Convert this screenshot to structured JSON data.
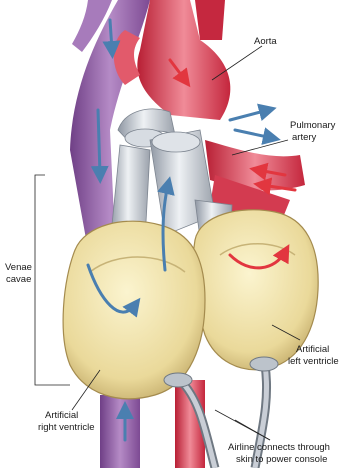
{
  "labels": {
    "aorta": "Aorta",
    "pulmonary_line1": "Pulmonary",
    "pulmonary_line2": "artery",
    "venae_line1": "Venae",
    "venae_line2": "cavae",
    "left_line1": "Artificial",
    "left_line2": "left ventricle",
    "right_line1": "Artificial",
    "right_line2": "right ventricle",
    "airline_line1": "Airline connects through",
    "airline_line2": "skin to power console"
  },
  "colors": {
    "vein_purple": "#8e5aa0",
    "vein_light": "#c9a6d6",
    "artery_red": "#d9344a",
    "artery_light": "#f08b98",
    "device_yellow": "#efe3a6",
    "device_dark": "#bfa866",
    "graft_grey": "#c9ced6",
    "flow_blue": "#4a7fb0",
    "flow_red": "#e2363f",
    "tube_grey": "#9aa3ad"
  },
  "icons": [
    "flow-arrow-blue-icon",
    "flow-arrow-red-icon"
  ]
}
